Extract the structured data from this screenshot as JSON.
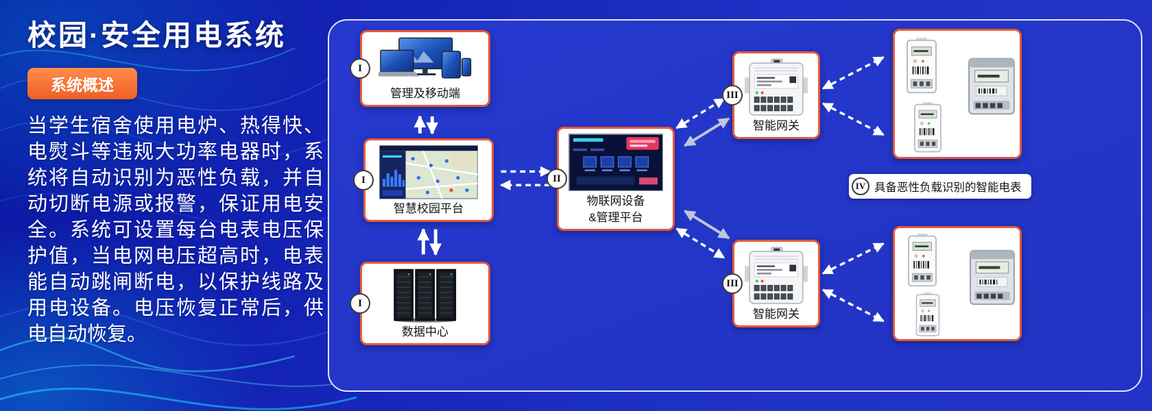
{
  "page": {
    "title": "校园·安全用电系统",
    "badge": "系统概述",
    "description": "当学生宿舍使用电炉、热得快、电熨斗等违规大功率电器时，系统将自动识别为恶性负载，并自动切断电源或报警，保证用电安全。系统可设置每台电表电压保护值，当电网电压超高时，电表能自动跳闸断电，以保护线路及用电设备。电压恢复正常后，供电自动恢复。"
  },
  "diagram": {
    "nodes": {
      "management": {
        "numeral": "I",
        "label": "管理及移动端"
      },
      "campus_platform": {
        "numeral": "I",
        "label": "智慧校园平台"
      },
      "data_center": {
        "numeral": "I",
        "label": "数据中心"
      },
      "iot_platform": {
        "numeral": "II",
        "label_line1": "物联网设备",
        "label_line2": "&管理平台"
      },
      "gateway_top": {
        "numeral": "III",
        "label": "智能网关"
      },
      "gateway_bottom": {
        "numeral": "III",
        "label": "智能网关"
      },
      "smart_meters": {
        "numeral": "IV",
        "label": "具备恶性负载识别的智能电表"
      }
    },
    "edges": [
      {
        "from": "management",
        "to": "campus_platform",
        "style": "solid-double-arrow"
      },
      {
        "from": "campus_platform",
        "to": "data_center",
        "style": "solid-double-arrow"
      },
      {
        "from": "campus_platform",
        "to": "iot_platform",
        "style": "dashed-double-arrow"
      },
      {
        "from": "iot_platform",
        "to": "gateway_top",
        "style": "dashed-and-solid-double-arrow"
      },
      {
        "from": "iot_platform",
        "to": "gateway_bottom",
        "style": "dashed-and-solid-double-arrow"
      },
      {
        "from": "gateway_top",
        "to": "smart_meters_top",
        "style": "dashed-double-arrow"
      },
      {
        "from": "gateway_bottom",
        "to": "smart_meters_bottom",
        "style": "dashed-double-arrow"
      }
    ]
  },
  "colors": {
    "background_blue": "#1726bb",
    "panel_blue": "#2338ca",
    "box_border_orange": "#e4593a",
    "badge_orange": "#f2692e",
    "text_white": "#ffffff"
  }
}
